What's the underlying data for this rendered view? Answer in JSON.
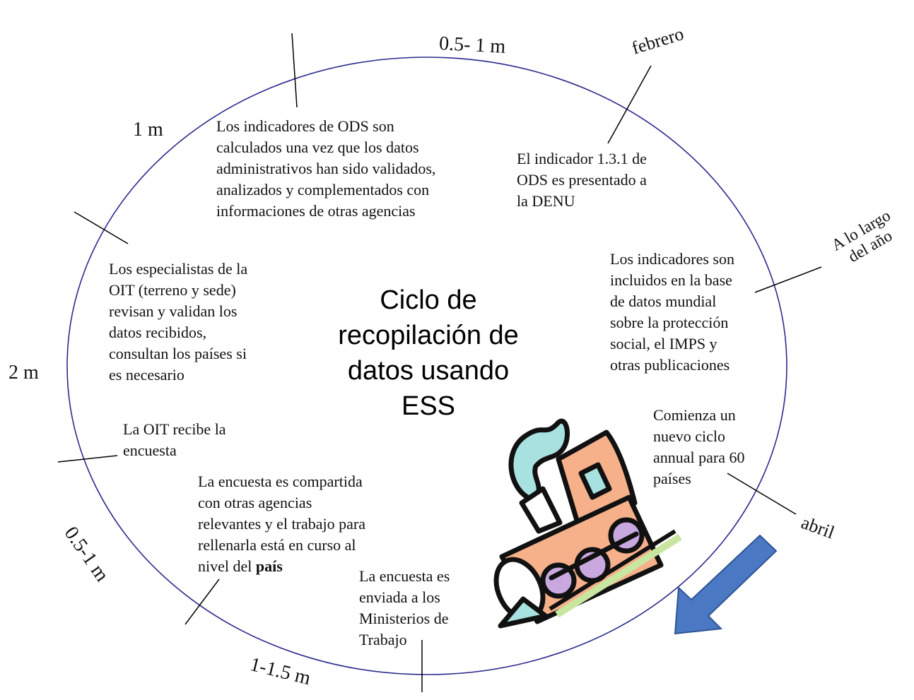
{
  "title_lines": [
    "Ciclo de",
    "recopilación de",
    "datos usando",
    "ESS"
  ],
  "durations": {
    "top": "0.5- 1 m",
    "upper_left": "1 m",
    "left": "2 m",
    "lower_left": "0.5-1 m",
    "bottom": "1-1.5 m"
  },
  "months": {
    "february": "febrero",
    "all_year": [
      "A lo largo",
      "del año"
    ],
    "april": "abril"
  },
  "steps": {
    "sdg_calc": [
      "Los indicadores de ODS son",
      "calculados una vez que los datos",
      "administrativos han sido validados,",
      "analizados y complementados con",
      "informaciones de otras agencias"
    ],
    "sdg_presented": [
      "El indicador 1.3.1 de",
      "ODS es presentado a",
      "la DENU"
    ],
    "global_db": [
      "Los indicadores son",
      "incluidos en la base",
      "de datos mundial",
      "sobre la protección",
      "social, el IMPS y",
      "otras publicaciones"
    ],
    "new_cycle": [
      "Comienza un",
      "nuevo ciclo",
      "annual para 60",
      "países"
    ],
    "specialists": [
      "Los especialistas de la",
      "OIT (terreno y sede)",
      "revisan y validan los",
      "datos recibidos,",
      "consultan los países si",
      "es necesario"
    ],
    "ilo_receives": [
      "La OIT recibe la",
      "encuesta"
    ],
    "survey_shared": [
      "La encuesta es compartida",
      "con otras agencias",
      "relevantes y el trabajo para",
      "rellenarla está en curso al"
    ],
    "survey_shared_last_prefix": "nivel del",
    "survey_shared_last_bold": "país",
    "survey_sent": [
      "La encuesta es",
      "enviada a los",
      "Ministerios de",
      "Trabajo"
    ]
  },
  "colors": {
    "ellipse": "#2b2b8f",
    "arrow_fill": "#4a78c2",
    "arrow_stroke": "#2f5597",
    "train_body": "#f6b08a",
    "train_wheels": "#c9a8e0",
    "train_smoke": "#a8e2e0",
    "track": "#c8e6a0"
  },
  "icons": [
    "train-clipart",
    "direction-arrow-icon"
  ]
}
